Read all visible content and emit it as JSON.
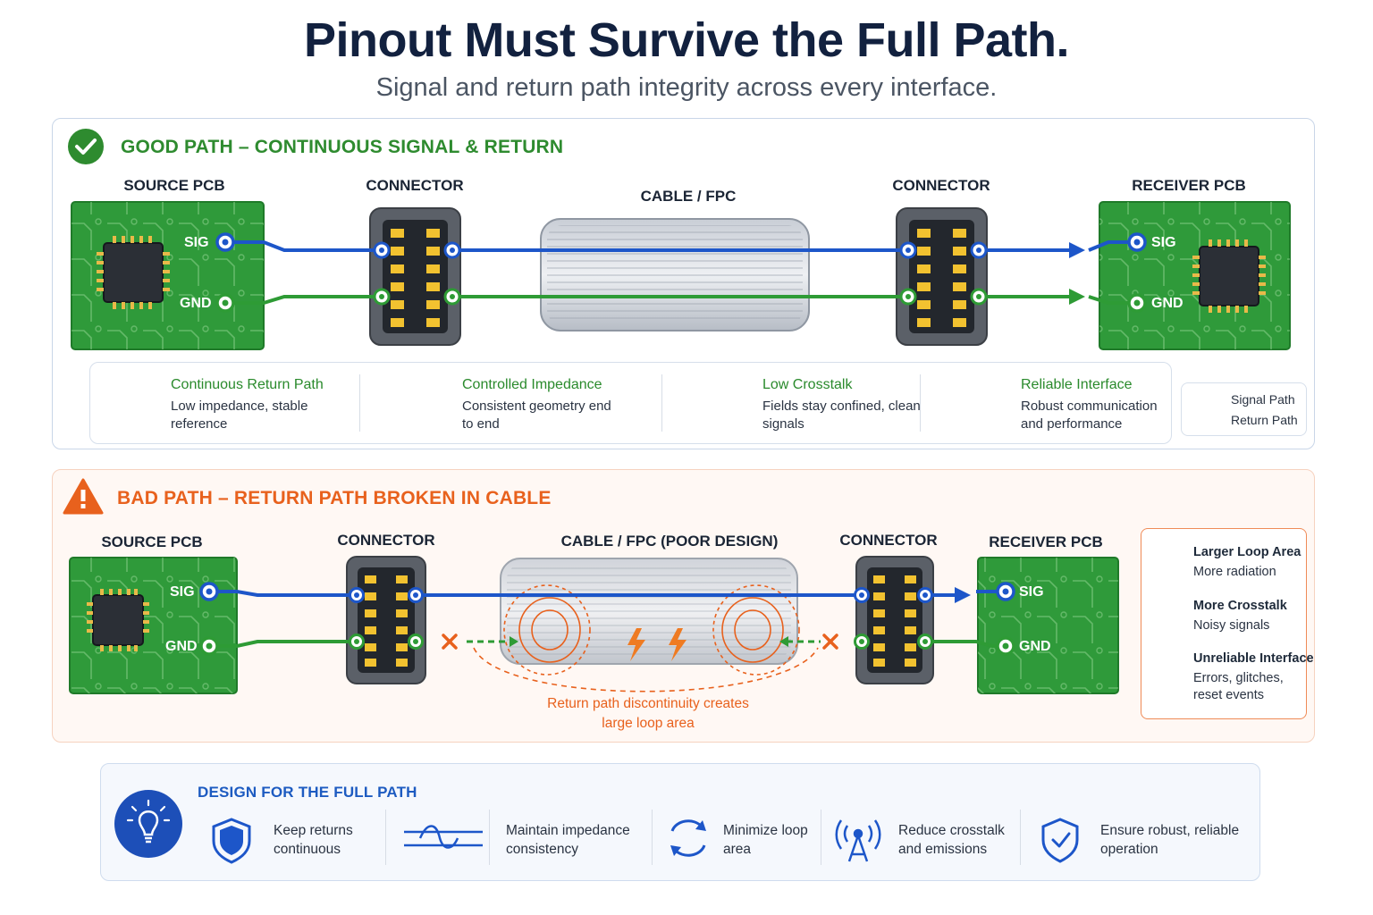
{
  "header": {
    "title": "Pinout Must Survive the Full Path.",
    "subtitle": "Signal and return path integrity across every interface."
  },
  "good": {
    "heading": "GOOD PATH – CONTINUOUS SIGNAL & RETURN",
    "source_label": "SOURCE PCB",
    "connector_label": "CONNECTOR",
    "cable_label": "CABLE / FPC",
    "receiver_label": "RECEIVER PCB",
    "sig": "SIG",
    "gnd": "GND",
    "features": [
      {
        "title": "Continuous Return Path",
        "text": "Low impedance, stable reference",
        "icon": "shield-check-icon"
      },
      {
        "title": "Controlled Impedance",
        "text": "Consistent geometry end to end",
        "icon": "waveform-icon"
      },
      {
        "title": "Low Crosstalk",
        "text": "Fields stay confined, clean signals",
        "icon": "link-icon"
      },
      {
        "title": "Reliable Interface",
        "text": "Robust communication and performance",
        "icon": "target-icon"
      }
    ],
    "legend": [
      {
        "label": "Signal Path",
        "color": "#1d56c9"
      },
      {
        "label": "Return Path",
        "color": "#2e9b35"
      }
    ]
  },
  "bad": {
    "heading": "BAD PATH – RETURN PATH BROKEN IN CABLE",
    "source_label": "SOURCE PCB",
    "connector_label": "CONNECTOR",
    "cable_label": "CABLE / FPC (POOR DESIGN)",
    "receiver_label": "RECEIVER PCB",
    "sig": "SIG",
    "gnd": "GND",
    "note": "Return path discontinuity creates large loop area",
    "effects": [
      {
        "title": "Larger Loop Area",
        "text": "More radiation",
        "icon": "radiation-waves-icon"
      },
      {
        "title": "More Crosstalk",
        "text": "Noisy signals",
        "icon": "noise-pulse-icon"
      },
      {
        "title": "Unreliable Interface",
        "text": "Errors, glitches, reset events",
        "icon": "warning-icon"
      }
    ]
  },
  "design": {
    "heading": "DESIGN FOR THE FULL PATH",
    "items": [
      {
        "text": "Keep returns continuous",
        "icon": "shield-icon"
      },
      {
        "text": "Maintain impedance consistency",
        "icon": "impedance-wave-icon"
      },
      {
        "text": "Minimize loop area",
        "icon": "cycle-arrows-icon"
      },
      {
        "text": "Reduce crosstalk and emissions",
        "icon": "antenna-icon"
      },
      {
        "text": "Ensure robust, reliable operation",
        "icon": "shield-check-icon"
      }
    ]
  },
  "colors": {
    "signal": "#1d56c9",
    "return": "#2e9b35",
    "good": "#2e8b2f",
    "bad": "#e8611d",
    "pcb": "#2f9a3a"
  }
}
